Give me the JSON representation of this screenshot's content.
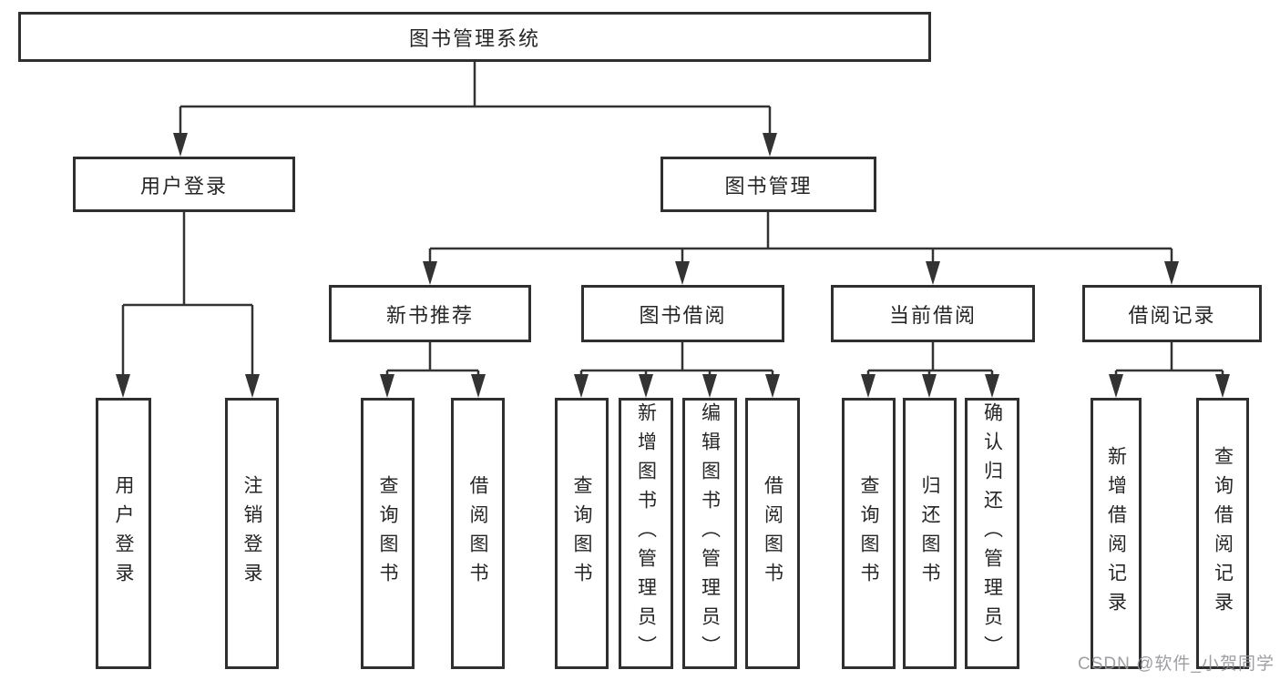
{
  "root": {
    "label": "图书管理系统"
  },
  "branches": [
    {
      "label": "用户登录",
      "children": [
        {
          "label": "用户登录"
        },
        {
          "label": "注销登录"
        }
      ]
    },
    {
      "label": "图书管理",
      "children": [
        {
          "label": "新书推荐",
          "children": [
            {
              "label": "查询图书"
            },
            {
              "label": "借阅图书"
            }
          ]
        },
        {
          "label": "图书借阅",
          "children": [
            {
              "label": "查询图书"
            },
            {
              "label": "新增图书（管理员）"
            },
            {
              "label": "编辑图书（管理员）"
            },
            {
              "label": "借阅图书"
            }
          ]
        },
        {
          "label": "当前借阅",
          "children": [
            {
              "label": "查询图书"
            },
            {
              "label": "归还图书"
            },
            {
              "label": "确认归还（管理员）"
            }
          ]
        },
        {
          "label": "借阅记录",
          "children": [
            {
              "label": "新增借阅记录"
            },
            {
              "label": "查询借阅记录"
            }
          ]
        }
      ]
    }
  ],
  "watermark": "CSDN @软件_小贺同学",
  "colors": {
    "line": "#333333",
    "box_border": "#2f2f2f",
    "text": "#262626",
    "background": "#ffffff",
    "watermark": "#949499"
  }
}
